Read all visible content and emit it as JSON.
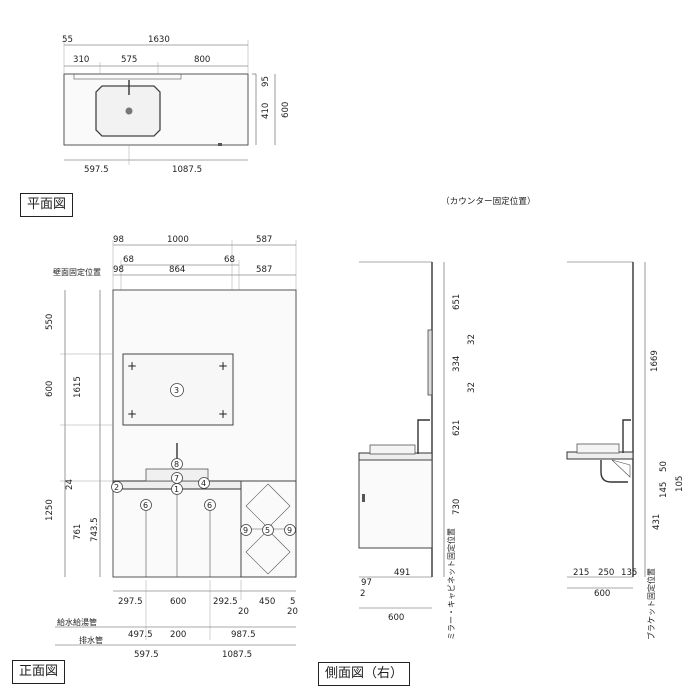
{
  "plan_view": {
    "title": "平面図",
    "dims_top": [
      "55",
      "1630",
      "310",
      "575",
      "800"
    ],
    "dims_right": [
      "95",
      "410",
      "600"
    ],
    "dims_bottom": [
      "597.5",
      "1087.5"
    ]
  },
  "front_view": {
    "title": "正面図",
    "wall_fix_label": "壁面固定位置",
    "dims_top_row1": [
      "98",
      "1000",
      "587"
    ],
    "dims_top_row2": [
      "68",
      "68"
    ],
    "dims_top_row3": [
      "98",
      "864",
      "587"
    ],
    "dims_left_outer": [
      "550",
      "600",
      "1250"
    ],
    "dims_left_inner": [
      "1615",
      "24",
      "761",
      "743.5"
    ],
    "dims_bottom_row1": [
      "297.5",
      "600",
      "292.5",
      "450",
      "5"
    ],
    "dims_bottom_row1b": [
      "20",
      "20"
    ],
    "supply_label": "給水給湯管",
    "drain_label": "排水管",
    "dims_supply": [
      "497.5",
      "200",
      "987.5"
    ],
    "dims_drain": [
      "597.5",
      "1087.5"
    ],
    "callouts": [
      "3",
      "8",
      "7",
      "1",
      "2",
      "4",
      "6",
      "6",
      "9",
      "5",
      "9"
    ]
  },
  "side_view": {
    "title": "側面図（右）",
    "counter_fix_label": "（カウンター固定位置）",
    "left": {
      "dims_right": [
        "651",
        "32",
        "334",
        "32",
        "621",
        "730"
      ],
      "dims_bottom": [
        "491",
        "97",
        "2",
        "600"
      ],
      "fix_label": "ミラー・キャビネット固定位置"
    },
    "right": {
      "dims_right": [
        "1669",
        "50",
        "145",
        "105",
        "431"
      ],
      "dims_bottom": [
        "215",
        "250",
        "135",
        "600"
      ],
      "fix_label": "ブラケット固定位置"
    }
  }
}
